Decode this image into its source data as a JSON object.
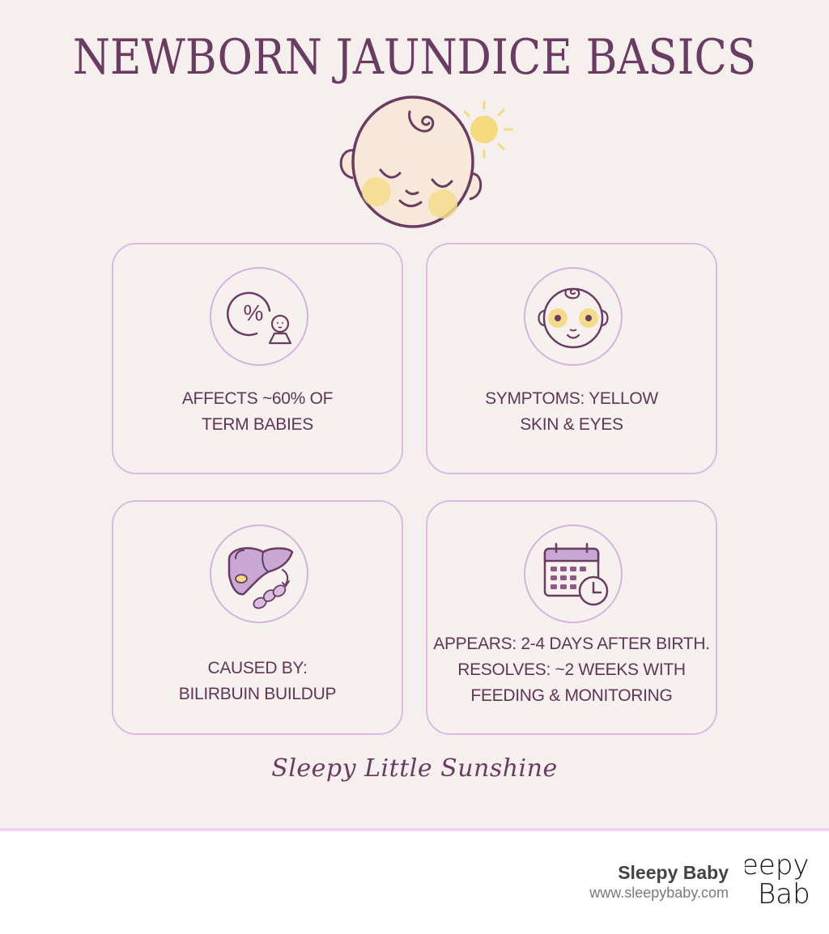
{
  "poster": {
    "title": "NEWBORN JAUNDICE BASICS",
    "hero_icon": "sleeping-baby-with-sun-icon",
    "tagline": "Sleepy Little Sunshine",
    "colors": {
      "background": "#f5f0ed",
      "title": "#6b3c61",
      "card_border": "#d9bde0",
      "icon_stroke": "#6b3c61",
      "accent_yellow": "#f5dc8a",
      "accent_lavender": "#c9a8d6",
      "divider": "#f2d3ee"
    },
    "cards": [
      {
        "icon": "percent-baby-icon",
        "lines": [
          "AFFECTS ~60% OF",
          "TERM BABIES"
        ]
      },
      {
        "icon": "yellow-eyes-baby-face-icon",
        "lines": [
          "SYMPTOMS: YELLOW",
          "SKIN & EYES"
        ]
      },
      {
        "icon": "liver-blood-cells-icon",
        "lines": [
          "CAUSED BY:",
          "BILIRBUIN BUILDUP"
        ]
      },
      {
        "icon": "calendar-clock-icon",
        "lines": [
          "APPEARS: 2-4 DAYS AFTER BIRTH.",
          "RESOLVES: ~2 WEEKS WITH",
          "FEEDING & MONITORING"
        ]
      }
    ]
  },
  "footer": {
    "brand_name": "Sleepy Baby",
    "url": "www.sleepybaby.com",
    "logo_line1": "eepy",
    "logo_line2": "Bab"
  }
}
